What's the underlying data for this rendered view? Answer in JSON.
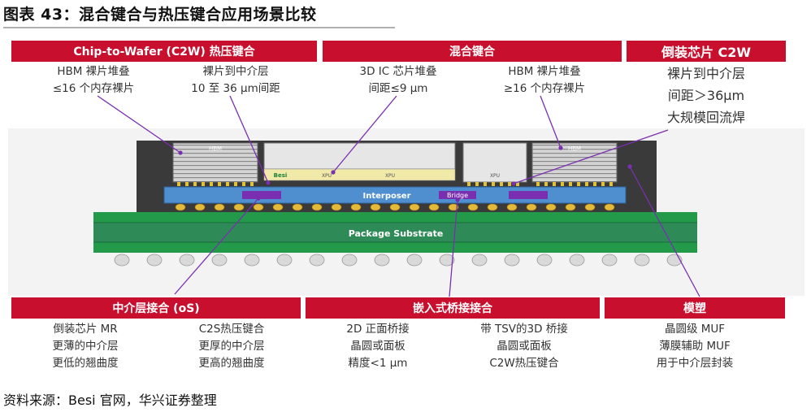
{
  "title": "图表 43：混合键合与热压键合应用场景比较",
  "top_sections": [
    {
      "header": "Chip-to-Wafer (C2W) 热压键合",
      "columns": [
        [
          "HBM 裸片堆叠",
          "≤16 个内存裸片"
        ],
        [
          "裸片到中介层",
          "10 至 36 μm间距"
        ]
      ]
    },
    {
      "header": "混合键合",
      "columns": [
        [
          "3D IC 芯片堆叠",
          "间距≤9 μm"
        ],
        [
          "HBM 裸片堆叠",
          "≥16 个内存裸片"
        ]
      ]
    },
    {
      "header": "倒装芯片 C2W",
      "columns": [
        [
          "裸片到中介层",
          "间距＞36μm",
          "大规模回流焊"
        ]
      ]
    }
  ],
  "diagram_labels": {
    "hbm_left": "HBM",
    "hbm_right": "HBM",
    "besi": "Besi",
    "xpu_1": "XPU",
    "xpu_2": "XPU",
    "xpu_3": "XPU",
    "interposer": "Interposer",
    "bridge": "Bridge",
    "substrate": "Package Substrate"
  },
  "bottom_sections": [
    {
      "header": "中介层接合 (oS)",
      "columns": [
        [
          "倒装芯片 MR",
          "更薄的中介层",
          "更低的翘曲度"
        ],
        [
          "C2S热压键合",
          "更厚的中介层",
          "更高的翘曲度"
        ]
      ]
    },
    {
      "header": "嵌入式桥接接合",
      "columns": [
        [
          "2D 正面桥接",
          "晶圆或面板",
          "精度<1 μm"
        ],
        [
          "带 TSV的3D 桥接",
          "晶圆或面板",
          "C2W热压键合"
        ]
      ]
    },
    {
      "header": "模塑",
      "columns": [
        [
          "晶圆级 MUF",
          "薄膜辅助 MUF",
          "用于中介层封装"
        ]
      ]
    }
  ],
  "source": "资料来源：Besi 官网，华兴证券整理",
  "colors": {
    "accent_red": "#c8102e",
    "interposer_blue": "#4f8fd0",
    "substrate_green": "#2e8b57",
    "bridge_purple": "#7a2fb0"
  }
}
